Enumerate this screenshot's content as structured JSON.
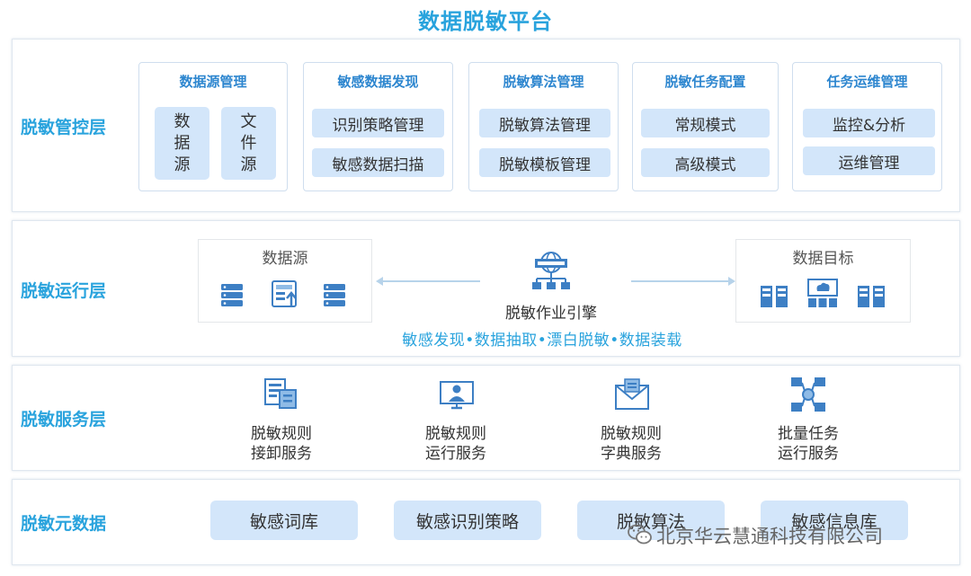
{
  "title": "数据脱敏平台",
  "layers": {
    "control": {
      "label": "脱敏管控层",
      "groups": [
        {
          "title": "数据源管理",
          "items": [
            "数据源",
            "文件源"
          ]
        },
        {
          "title": "敏感数据发现",
          "items": [
            "识别策略管理",
            "敏感数据扫描"
          ]
        },
        {
          "title": "脱敏算法管理",
          "items": [
            "脱敏算法管理",
            "脱敏模板管理"
          ]
        },
        {
          "title": "脱敏任务配置",
          "items": [
            "常规模式",
            "高级模式"
          ]
        },
        {
          "title": "任务运维管理",
          "items": [
            "监控&分析",
            "运维管理"
          ]
        }
      ]
    },
    "runtime": {
      "label": "脱敏运行层",
      "source_title": "数据源",
      "target_title": "数据目标",
      "engine": "脱敏作业引擎",
      "flow": "敏感发现•数据抽取•漂白脱敏•数据装载"
    },
    "service": {
      "label": "脱敏服务层",
      "items": [
        {
          "line1": "脱敏规则",
          "line2": "接卸服务"
        },
        {
          "line1": "脱敏规则",
          "line2": "运行服务"
        },
        {
          "line1": "脱敏规则",
          "line2": "字典服务"
        },
        {
          "line1": "批量任务",
          "line2": "运行服务"
        }
      ]
    },
    "meta": {
      "label": "脱敏元数据",
      "items": [
        "敏感词库",
        "敏感识别策略",
        "脱敏算法",
        "敏感信息库"
      ]
    }
  },
  "watermark": "北京华云慧通科技有限公司",
  "colors": {
    "accent": "#29a3dd",
    "pill": "#d3e6fa",
    "icon": "#3d7fc4"
  }
}
